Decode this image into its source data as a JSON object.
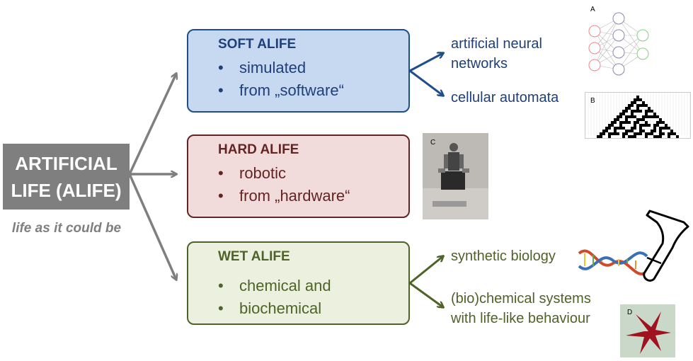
{
  "root": {
    "line1": "ARTIFICIAL",
    "line2": "LIFE (ALIFE)",
    "tagline": "life as it could be"
  },
  "categories": {
    "soft": {
      "title": "SOFT ALIFE",
      "bullets": [
        "simulated",
        "from „software“"
      ]
    },
    "hard": {
      "title": "HARD ALIFE",
      "bullets": [
        "robotic",
        "from „hardware“"
      ]
    },
    "wet": {
      "title": "WET ALIFE",
      "bullets": [
        "chemical and",
        "biochemical"
      ]
    }
  },
  "examples": {
    "soft": {
      "anns_line1": "artificial neural",
      "anns_line2": "networks",
      "ca": "cellular automata"
    },
    "wet": {
      "synbio": "synthetic biology",
      "chem_line1": "(bio)chemical systems",
      "chem_line2": "with life-like behaviour"
    }
  },
  "images": {
    "A": {
      "label": "A"
    },
    "B": {
      "label": "B"
    },
    "C": {
      "label": "C"
    },
    "D": {
      "label": "D"
    }
  },
  "colors": {
    "root": "#7f7f7f",
    "soft": "#1f4e8b",
    "hard": "#632523",
    "wet": "#4f6228",
    "soft_fill": "#c6d9f1",
    "hard_fill": "#f2dcdb",
    "wet_fill": "#ebf1de"
  }
}
